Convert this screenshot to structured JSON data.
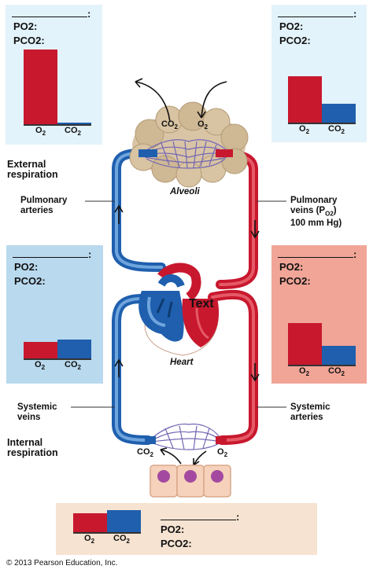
{
  "panels": {
    "top_left": {
      "blank_suffix": ":",
      "po2": "PO2:",
      "pco2": "PCO2:",
      "o2_value": 1.0,
      "co2_value": 0.02
    },
    "top_right": {
      "blank_suffix": ":",
      "po2": "PO2:",
      "pco2": "PCO2:",
      "o2_value": 0.62,
      "co2_value": 0.25
    },
    "mid_left": {
      "blank_suffix": ":",
      "po2": "PO2:",
      "pco2": "PCO2:",
      "o2_value": 0.22,
      "co2_value": 0.25
    },
    "mid_right": {
      "blank_suffix": ":",
      "po2": "PO2:",
      "pco2": "PCO2:",
      "o2_value": 0.56,
      "co2_value": 0.25
    },
    "bottom": {
      "blank_suffix": ":",
      "po2": "PO2:",
      "pco2": "PCO2:",
      "o2_value": 0.22,
      "co2_value": 0.25
    }
  },
  "gas_labels": {
    "o2": "O",
    "o2_sub": "2",
    "co2": "CO",
    "co2_sub": "2"
  },
  "labels": {
    "external_respiration": "External\nrespiration",
    "internal_respiration": "Internal\nrespiration",
    "pulmonary_arteries": "Pulmonary\narteries",
    "pulmonary_veins_1": "Pulmonary",
    "pulmonary_veins_2": "veins (P",
    "pulmonary_veins_sub": "O2",
    "pulmonary_veins_3": ")",
    "pulmonary_veins_4": "100 mm Hg)",
    "systemic_veins": "Systemic\nveins",
    "systemic_arteries": "Systemic\narteries",
    "alveoli": "Alveoli",
    "heart": "Heart",
    "text_overlay": "Text",
    "alveoli_co2": "CO",
    "alveoli_o2": "O",
    "tissue_co2": "CO",
    "tissue_o2": "O",
    "copyright": "© 2013 Pearson Education, Inc."
  },
  "colors": {
    "oxygenated": "#c8182e",
    "deoxygenated": "#1f5fae",
    "panel_blue_light": "#e3f3fb",
    "panel_blue": "#b9d9ee",
    "panel_red": "#f1a597",
    "panel_tan": "#f6e3d1"
  }
}
